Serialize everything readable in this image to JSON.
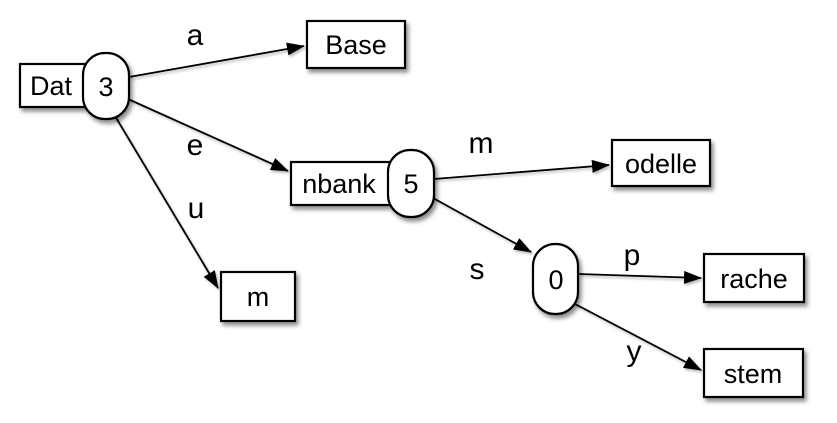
{
  "diagram": {
    "kind": "radix-tree",
    "colors": {
      "stroke": "#000000",
      "node_fill": "#ffffff",
      "background": "#ffffff"
    },
    "nodes": {
      "root": {
        "prefix": "Dat",
        "count": "3"
      },
      "base": {
        "label": "Base"
      },
      "nbank": {
        "prefix": "nbank",
        "count": "5"
      },
      "m": {
        "label": "m"
      },
      "odelle": {
        "label": "odelle"
      },
      "n0": {
        "count": "0"
      },
      "rache": {
        "label": "rache"
      },
      "stem": {
        "label": "stem"
      }
    },
    "edges": {
      "a": {
        "label": "a",
        "from": "root",
        "to": "base"
      },
      "e": {
        "label": "e",
        "from": "root",
        "to": "nbank"
      },
      "u": {
        "label": "u",
        "from": "root",
        "to": "m"
      },
      "m": {
        "label": "m",
        "from": "nbank",
        "to": "odelle"
      },
      "s": {
        "label": "s",
        "from": "nbank",
        "to": "n0"
      },
      "p": {
        "label": "p",
        "from": "n0",
        "to": "rache"
      },
      "y": {
        "label": "y",
        "from": "n0",
        "to": "stem"
      }
    }
  }
}
